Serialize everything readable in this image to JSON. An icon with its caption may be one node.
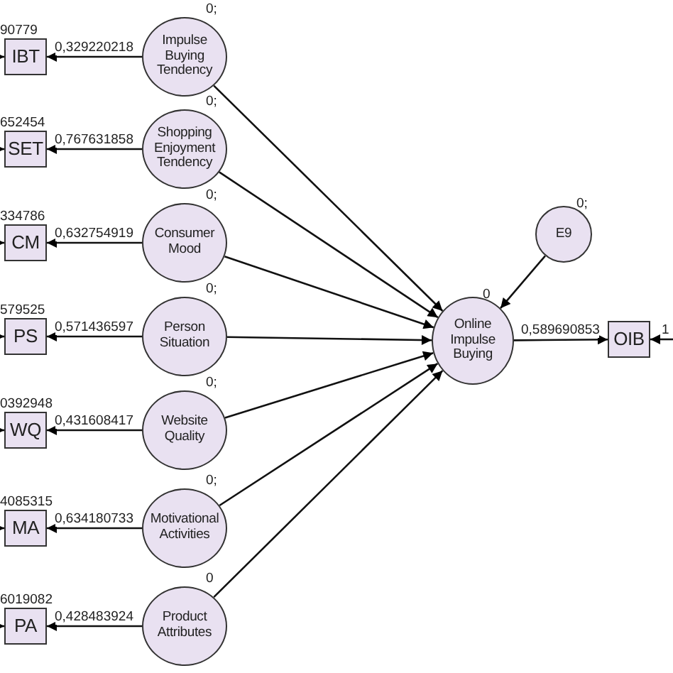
{
  "diagram": {
    "nodes": [
      {
        "text": [
          "IBT"
        ],
        "beside": [
          "90779"
        ]
      },
      {
        "text": [
          "Impulse Buying Tendency"
        ],
        "beside": [
          "0;"
        ]
      },
      {
        "text": [
          "SET"
        ],
        "beside": [
          "652454"
        ]
      },
      {
        "text": [
          "Shopping Enjoyment Tendency"
        ],
        "beside": [
          "0;"
        ]
      },
      {
        "text": [
          "CM"
        ],
        "beside": [
          "334786"
        ]
      },
      {
        "text": [
          "Consumer Mood"
        ],
        "beside": [
          "0;"
        ]
      },
      {
        "text": [
          "PS"
        ],
        "beside": [
          "579525"
        ]
      },
      {
        "text": [
          "Person Situation"
        ],
        "beside": [
          "0;"
        ]
      },
      {
        "text": [
          "WQ"
        ],
        "beside": [
          "0392948"
        ]
      },
      {
        "text": [
          "Website Quality"
        ],
        "beside": [
          "0;"
        ]
      },
      {
        "text": [
          "MA"
        ],
        "beside": [
          "4085315"
        ]
      },
      {
        "text": [
          "Motivational Activities"
        ],
        "beside": [
          "0;"
        ]
      },
      {
        "text": [
          "PA"
        ],
        "beside": [
          "6019082"
        ]
      },
      {
        "text": [
          "Product Attributes"
        ],
        "beside": [
          "0"
        ]
      },
      {
        "text": [
          "E9"
        ],
        "beside": [
          "0;"
        ]
      },
      {
        "text": [
          "Online Impulse Buying"
        ],
        "beside": [
          "0"
        ]
      },
      {
        "text": [
          "OIB"
        ],
        "beside": [
          "1"
        ]
      }
    ],
    "edges": [
      {
        "from": 1,
        "to": 0,
        "arrow": "to",
        "label": "0,329220218"
      },
      {
        "from": null,
        "to": 0,
        "arrow": "to"
      },
      {
        "from": 3,
        "to": 2,
        "arrow": "to",
        "label": "0,767631858"
      },
      {
        "from": null,
        "to": 2,
        "arrow": "to"
      },
      {
        "from": 5,
        "to": 4,
        "arrow": "to",
        "label": "0,632754919"
      },
      {
        "from": null,
        "to": 4,
        "arrow": "to"
      },
      {
        "from": 7,
        "to": 6,
        "arrow": "to",
        "label": "0,571436597"
      },
      {
        "from": null,
        "to": 6,
        "arrow": "to"
      },
      {
        "from": 9,
        "to": 8,
        "arrow": "to",
        "label": "0,431608417"
      },
      {
        "from": null,
        "to": 8,
        "arrow": "to"
      },
      {
        "from": 11,
        "to": 10,
        "arrow": "to",
        "label": "0,634180733"
      },
      {
        "from": null,
        "to": 10,
        "arrow": "to"
      },
      {
        "from": 13,
        "to": 12,
        "arrow": "to",
        "label": "0,428483924"
      },
      {
        "from": null,
        "to": 12,
        "arrow": "to"
      },
      {
        "from": 1,
        "to": 15,
        "arrow": "to"
      },
      {
        "from": 3,
        "to": 15,
        "arrow": "to"
      },
      {
        "from": 5,
        "to": 15,
        "arrow": "to"
      },
      {
        "from": 7,
        "to": 15,
        "arrow": "to"
      },
      {
        "from": 9,
        "to": 15,
        "arrow": "to"
      },
      {
        "from": 11,
        "to": 15,
        "arrow": "to"
      },
      {
        "from": 13,
        "to": 15,
        "arrow": "to"
      },
      {
        "from": 14,
        "to": 15,
        "arrow": "to"
      },
      {
        "from": 15,
        "to": 16,
        "arrow": "to",
        "label": "0,589690853"
      },
      {
        "from": null,
        "to": 16,
        "arrow": "to"
      }
    ]
  }
}
